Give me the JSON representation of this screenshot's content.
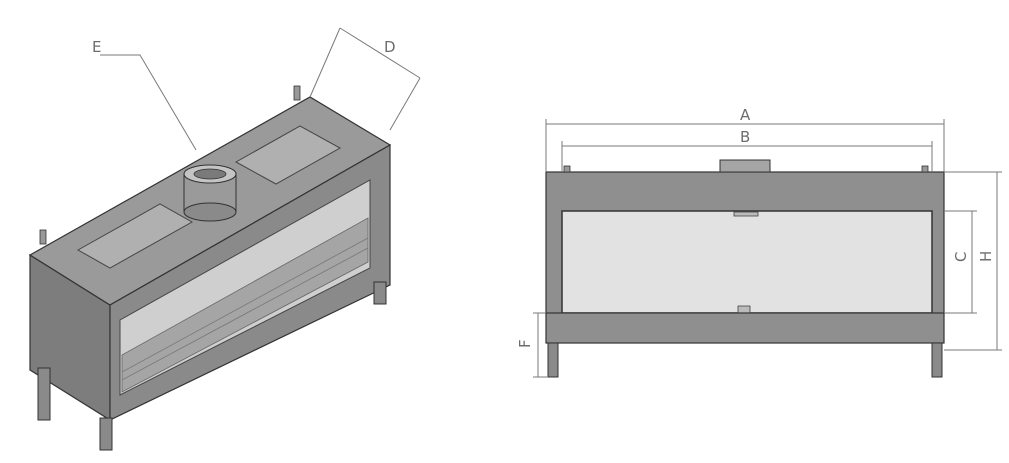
{
  "colors": {
    "frame": "#8f8f8f",
    "frame_dark": "#6f6f6f",
    "glass": "#e2e2e2",
    "outline": "#333333",
    "dimension": "#7a7a7a"
  },
  "isometric_view": {
    "labels": {
      "depth": "D",
      "flue": "E"
    }
  },
  "front_view": {
    "labels": {
      "overall_width": "A",
      "inner_width": "B",
      "glass_height": "C",
      "total_height": "H",
      "leg_height": "F"
    }
  }
}
